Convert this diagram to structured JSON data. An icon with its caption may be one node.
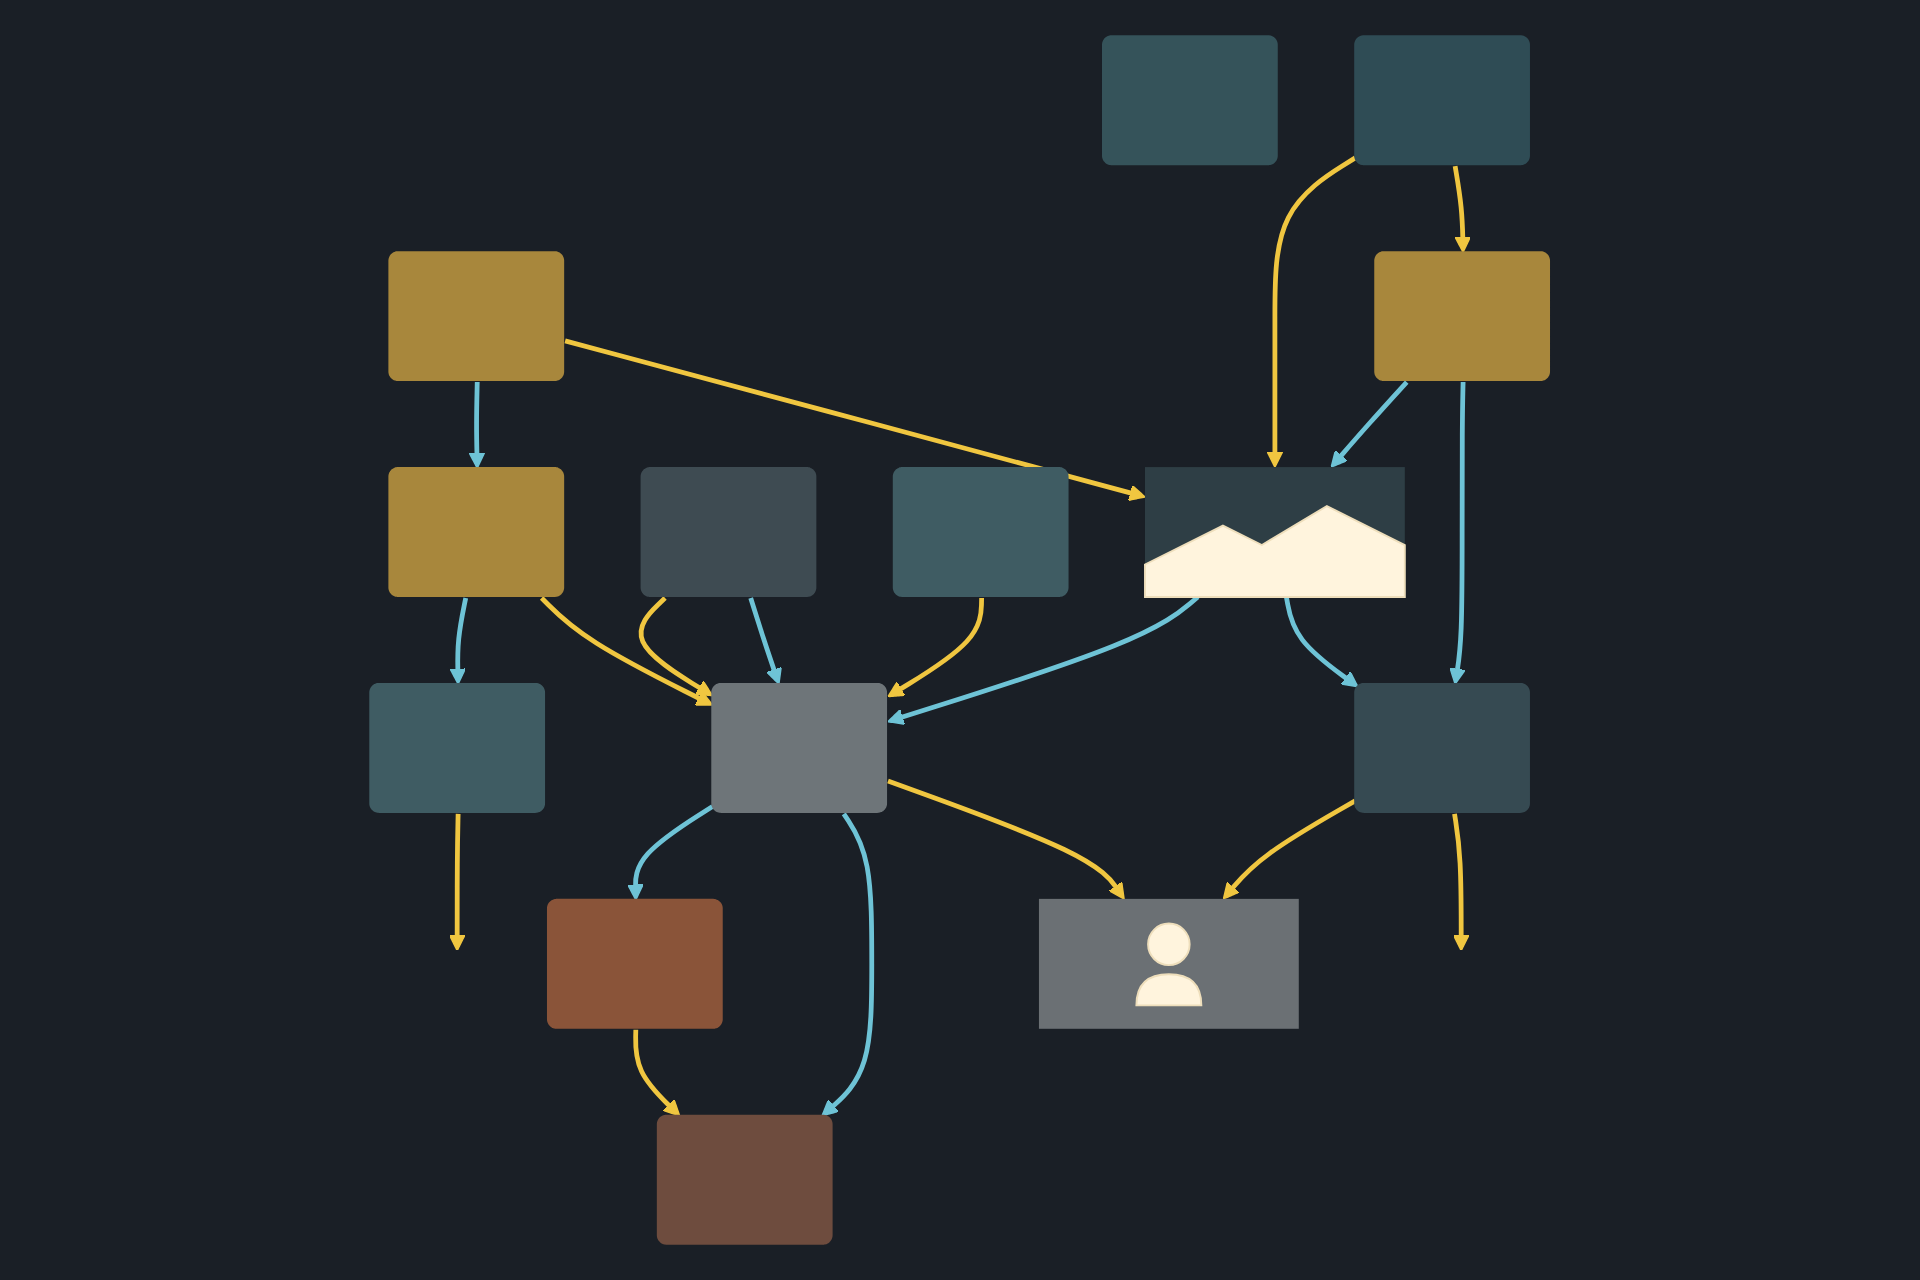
{
  "diagram": {
    "nodes": [
      {
        "text": [],
        "shape": "box"
      },
      {
        "text": [],
        "shape": "box"
      },
      {
        "text": [],
        "shape": "box"
      },
      {
        "text": [],
        "shape": "box"
      },
      {
        "text": [],
        "shape": "box"
      },
      {
        "text": [],
        "shape": "box"
      },
      {
        "text": [],
        "shape": "box"
      },
      {
        "text": [],
        "shape": "box"
      },
      {
        "text": [],
        "shape": "box"
      },
      {
        "text": [],
        "shape": "picture"
      },
      {
        "text": [],
        "shape": "box"
      },
      {
        "text": [],
        "shape": "box"
      },
      {
        "text": [],
        "shape": "box"
      },
      {
        "text": [],
        "shape": "person"
      }
    ],
    "edges": [
      {
        "from": 0,
        "to": 1,
        "arrow": "to",
        "color": "#6ec3d6"
      },
      {
        "from": 2,
        "to": 0,
        "arrow": "to",
        "color": "#6ec3d6"
      },
      {
        "from": 1,
        "to": null,
        "arrow": "to"
      },
      {
        "from": 0,
        "to": 8,
        "arrow": "to"
      },
      {
        "from": 8,
        "to": 4,
        "arrow": "to",
        "color": "#6ec3d6"
      },
      {
        "from": 2,
        "to": 9,
        "arrow": "to"
      },
      {
        "from": 5,
        "to": 9,
        "arrow": "to"
      },
      {
        "from": 5,
        "to": 11,
        "arrow": "to"
      },
      {
        "from": 6,
        "to": 8,
        "arrow": "to"
      },
      {
        "from": 6,
        "to": 8,
        "arrow": "to",
        "color": "#6ec3d6"
      },
      {
        "from": 9,
        "to": 8,
        "arrow": "to",
        "color": "#6ec3d6"
      },
      {
        "from": 7,
        "to": 8,
        "arrow": "to"
      },
      {
        "from": 4,
        "to": 10,
        "arrow": "to"
      },
      {
        "from": 8,
        "to": 10,
        "arrow": "to",
        "color": "#6ec3d6"
      },
      {
        "from": 8,
        "to": 13,
        "arrow": "to"
      },
      {
        "from": 11,
        "to": 9,
        "arrow": "to",
        "color": "#6ec3d6"
      },
      {
        "from": 9,
        "to": 12,
        "arrow": "to",
        "color": "#6ec3d6"
      },
      {
        "from": 11,
        "to": 12,
        "arrow": "to",
        "color": "#6ec3d6"
      },
      {
        "from": 12,
        "to": 13,
        "arrow": "to"
      },
      {
        "from": 12,
        "to": null,
        "arrow": "to"
      }
    ]
  }
}
